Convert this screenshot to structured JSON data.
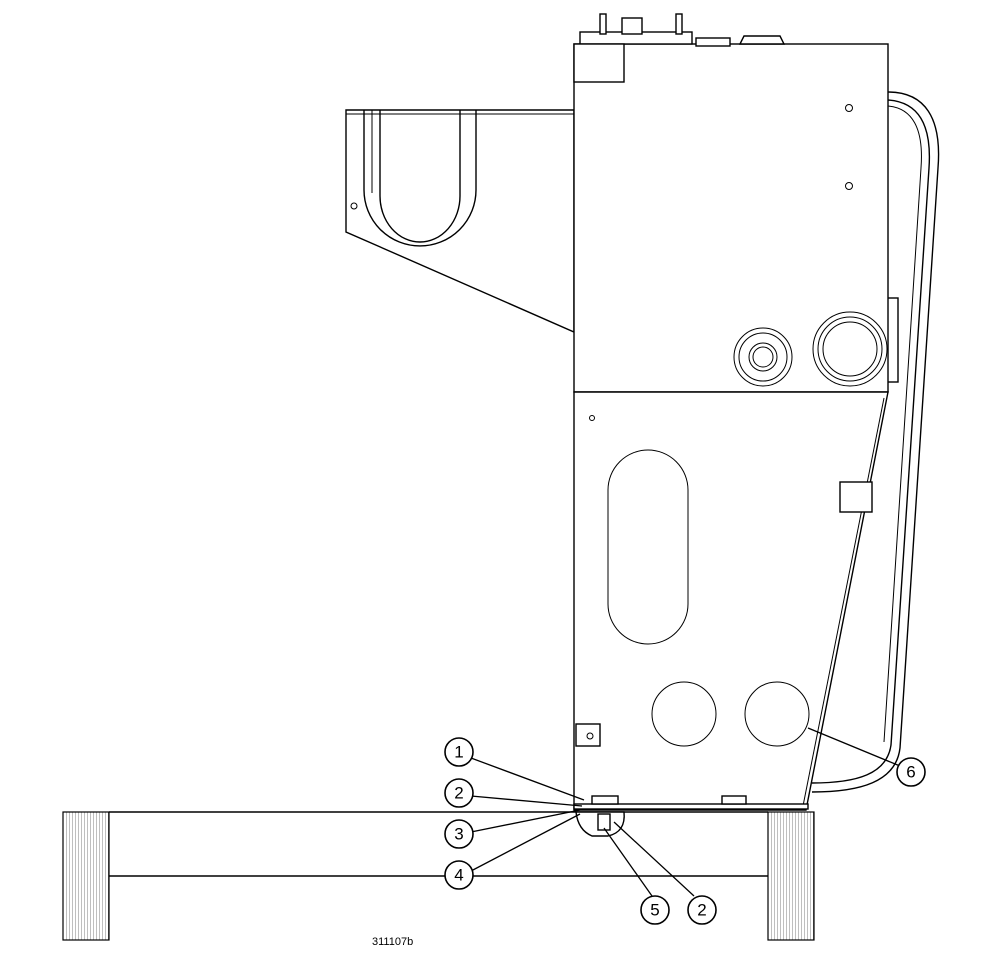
{
  "figure": {
    "document_id": "311107b"
  },
  "callouts": [
    {
      "label": "1"
    },
    {
      "label": "2"
    },
    {
      "label": "3"
    },
    {
      "label": "4"
    },
    {
      "label": "5"
    },
    {
      "label": "2"
    },
    {
      "label": "6"
    }
  ]
}
